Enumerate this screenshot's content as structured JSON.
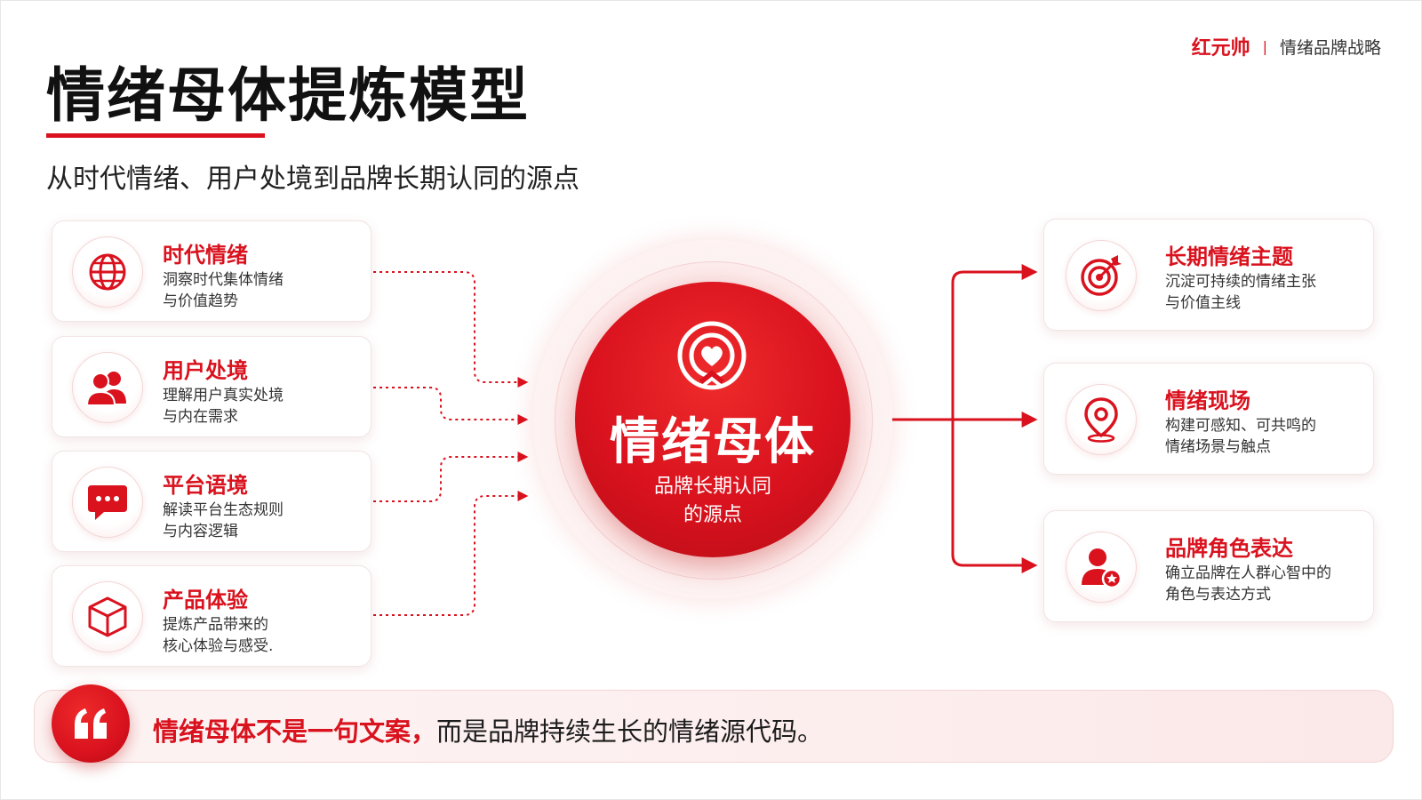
{
  "header": {
    "brand_name": "红元帅",
    "brand_separator": "|",
    "brand_subtitle": "情绪品牌战略"
  },
  "title": "情绪母体提炼模型",
  "subtitle": "从时代情绪、用户处境到品牌长期认同的源点",
  "inputs": [
    {
      "title": "时代情绪",
      "desc_line1": "洞察时代集体情绪",
      "desc_line2": "与价值趋势",
      "icon": "globe-icon"
    },
    {
      "title": "用户处境",
      "desc_line1": "理解用户真实处境",
      "desc_line2": "与内在需求",
      "icon": "users-icon"
    },
    {
      "title": "平台语境",
      "desc_line1": "解读平台生态规则",
      "desc_line2": "与内容逻辑",
      "icon": "chat-bubble-icon"
    },
    {
      "title": "产品体验",
      "desc_line1": "提炼产品带来的",
      "desc_line2": "核心体验与感受.",
      "icon": "cube-icon"
    }
  ],
  "hub": {
    "title": "情绪母体",
    "sub_line1": "品牌长期认同",
    "sub_line2": "的源点",
    "icon": "heart-badge-icon"
  },
  "outputs": [
    {
      "title": "长期情绪主题",
      "desc_line1": "沉淀可持续的情绪主张",
      "desc_line2": "与价值主线",
      "icon": "target-icon"
    },
    {
      "title": "情绪现场",
      "desc_line1": "构建可感知、可共鸣的",
      "desc_line2": "情绪场景与触点",
      "icon": "location-pin-icon"
    },
    {
      "title": "品牌角色表达",
      "desc_line1": "确立品牌在人群心智中的",
      "desc_line2": "角色与表达方式",
      "icon": "person-star-icon"
    }
  ],
  "quote": {
    "highlight": "情绪母体不是一句文案，",
    "rest": "而是品牌持续生长的情绪源代码。",
    "icon": "quote-icon"
  },
  "colors": {
    "accent": "#d9121e",
    "accent_dark": "#b80d16",
    "soft_pink": "#fdecec",
    "text_dark": "#1c1c1c"
  }
}
